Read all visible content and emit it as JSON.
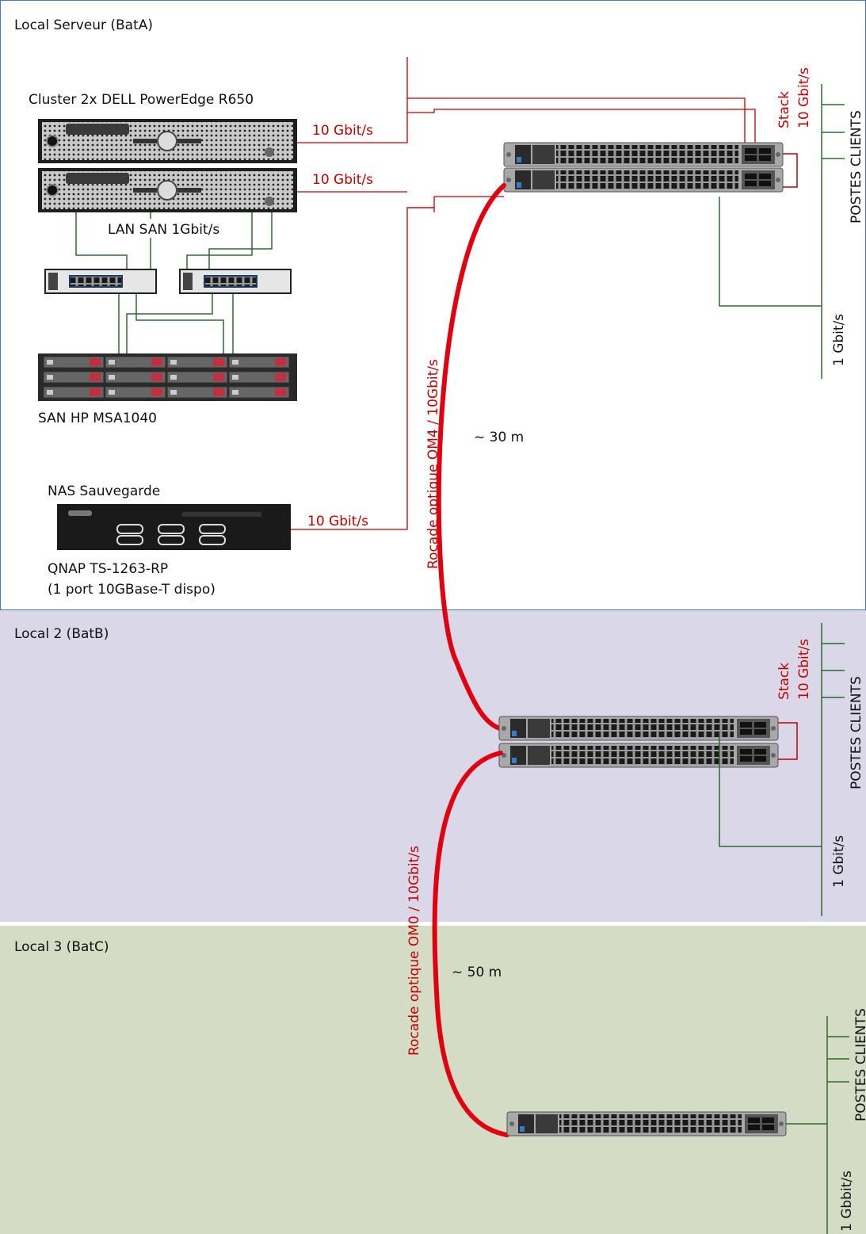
{
  "zones": {
    "bat_a": {
      "label": "Local Serveur (BatA)",
      "color": "#ffffff"
    },
    "bat_b": {
      "label": "Local 2 (BatB)",
      "color": "#d9d7e8"
    },
    "bat_c": {
      "label": "Local 3 (BatC)",
      "color": "#d4dcc6"
    }
  },
  "devices": {
    "cluster": {
      "label": "Cluster 2x DELL PowerEdge R650"
    },
    "san": {
      "label": "SAN  HP MSA1040"
    },
    "nas": {
      "title": "NAS Sauvegarde",
      "model": "QNAP TS-1263-RP",
      "note": "(1 port 10GBase-T dispo)"
    }
  },
  "links": {
    "server1_speed": "10 Gbit/s",
    "server2_speed": "10 Gbit/s",
    "lan_san": "LAN SAN 1Gbit/s",
    "nas_speed": "10 Gbit/s",
    "fiber_ab": "Rocade optique OM4 / 10Gbit/s",
    "dist_ab": "~ 30 m",
    "fiber_bc": "Rocade optique OM0 / 10Gbit/s",
    "dist_bc": "~ 50 m"
  },
  "stack": {
    "a_line1": "Stack",
    "a_line2": "10 Gbit/s",
    "b_line1": "Stack",
    "b_line2": "10 Gbit/s"
  },
  "clients": {
    "a_label": "POSTES CLIENTS",
    "a_speed": "1 Gbit/s",
    "b_label": "POSTES CLIENTS",
    "b_speed": "1 Gbit/s",
    "c_label": "POSTES CLIENTS",
    "c_speed": "1 Gbbit/s"
  },
  "colors": {
    "fiber": "#e0000f",
    "copper_green": "#2e6b2e",
    "label_red": "#c00000",
    "border_blue": "#4a76b8"
  }
}
